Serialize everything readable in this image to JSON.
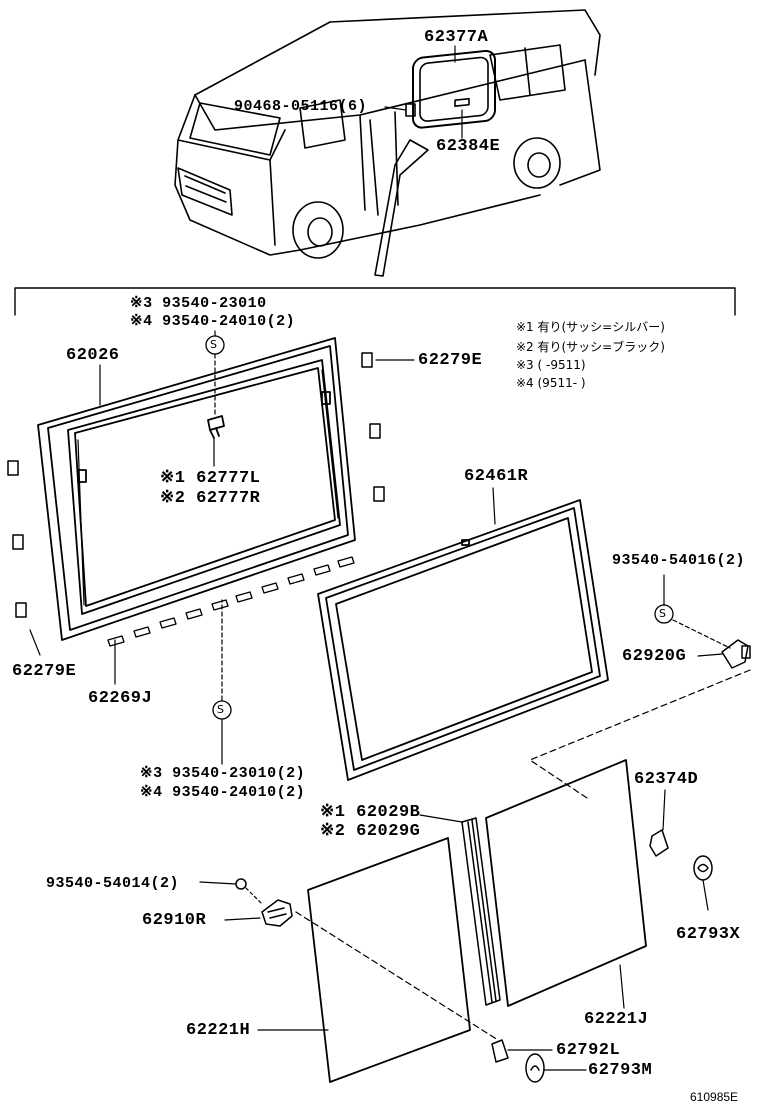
{
  "labels": {
    "p62377A": "62377A",
    "p90468": "90468-05116(6)",
    "p62384E": "62384E",
    "s3_top": "※3 93540-23010",
    "s4_top": "※4 93540-24010(2)",
    "p62026": "62026",
    "p62279E_top": "62279E",
    "s1_62777L": "※1 62777L",
    "s2_62777R": "※2 62777R",
    "p62461R": "62461R",
    "p93540_54016": "93540-54016(2)",
    "p62920G": "62920G",
    "p62279E_left": "62279E",
    "p62269J": "62269J",
    "s3_bottom": "※3 93540-23010(2)",
    "s4_bottom": "※4 93540-24010(2)",
    "p62374D": "62374D",
    "s1_62029B": "※1 62029B",
    "s2_62029G": "※2 62029G",
    "p93540_54014": "93540-54014(2)",
    "p62910R": "62910R",
    "p62793X": "62793X",
    "p62221H": "62221H",
    "p62221J": "62221J",
    "p62792L": "62792L",
    "p62793M": "62793M"
  },
  "notes": {
    "n1": "※1 有り(サッシ=シルバー)",
    "n2": "※2 有り(サッシ=ブラック)",
    "n3": "※3 (      -9511)",
    "n4": "※4 (9511-      )"
  },
  "callout_letter": "S",
  "catalog_number": "610985E"
}
